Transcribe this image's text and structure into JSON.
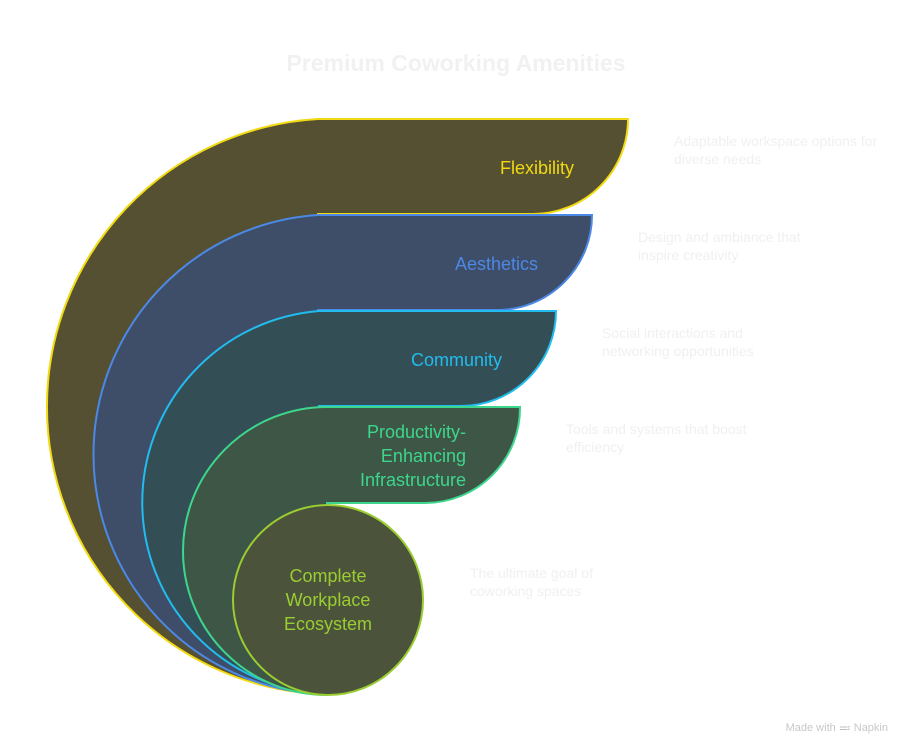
{
  "title": "Premium Coworking Amenities",
  "layers": [
    {
      "label": "Flexibility",
      "description": "Adaptable workspace options for diverse needs",
      "fill": "#545031",
      "stroke": "#F2D911",
      "text_color": "#F2D911"
    },
    {
      "label": "Aesthetics",
      "description": "Design and ambiance that inspire creativity",
      "fill": "#3E4E68",
      "stroke": "#4C88E6",
      "text_color": "#4C88E6"
    },
    {
      "label": "Community",
      "description": "Social interactions and networking opportunities",
      "fill": "#344E56",
      "stroke": "#22BCEE",
      "text_color": "#22BCEE"
    },
    {
      "label": "Productivity-Enhancing Infrastructure",
      "description": "Tools and systems that boost efficiency",
      "fill": "#3E5646",
      "stroke": "#3DD68C",
      "text_color": "#3DD68C"
    },
    {
      "label": "Complete Workplace Ecosystem",
      "description": "The ultimate goal of coworking spaces",
      "fill": "#4B533A",
      "stroke": "#9ACD32",
      "text_color": "#9ACD32"
    }
  ],
  "labels_multiline": {
    "productivity": [
      "Productivity-",
      "Enhancing",
      "Infrastructure"
    ],
    "complete": [
      "Complete",
      "Workplace",
      "Ecosystem"
    ]
  },
  "footer": {
    "made_with": "Made with",
    "brand": "Napkin",
    "icon": "napkin-logo-icon"
  }
}
